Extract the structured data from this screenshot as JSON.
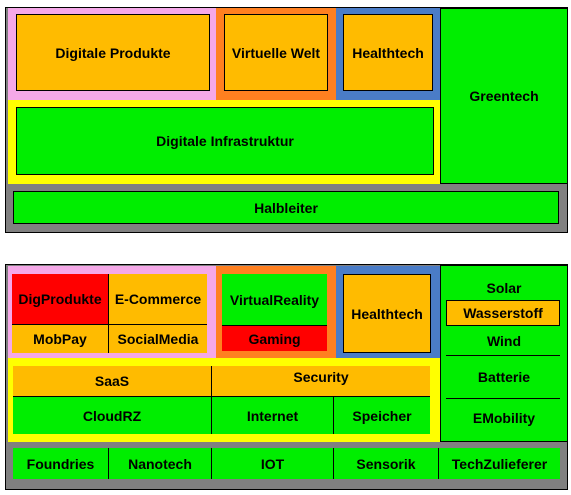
{
  "diagram_top": {
    "digitale_produkte": "Digitale Produkte",
    "virtuelle_welt": "Virtuelle Welt",
    "healthtech": "Healthtech",
    "greentech": "Greentech",
    "digitale_infrastruktur": "Digitale Infrastruktur",
    "halbleiter": "Halbleiter"
  },
  "diagram_bottom": {
    "digprodukte": "DigProdukte",
    "ecommerce": "E-Commerce",
    "mobpay": "MobPay",
    "socialmedia": "SocialMedia",
    "virtualreality": "VirtualReality",
    "gaming": "Gaming",
    "healthtech": "Healthtech",
    "green_items": [
      "Solar",
      "Wasserstoff",
      "Wind",
      "Batterie",
      "EMobility"
    ],
    "saas": "SaaS",
    "security": "Security",
    "cloudrz": "CloudRZ",
    "internet": "Internet",
    "speicher": "Speicher",
    "bottom_row": [
      "Foundries",
      "Nanotech",
      "IOT",
      "Sensorik",
      "TechZulieferer"
    ]
  }
}
